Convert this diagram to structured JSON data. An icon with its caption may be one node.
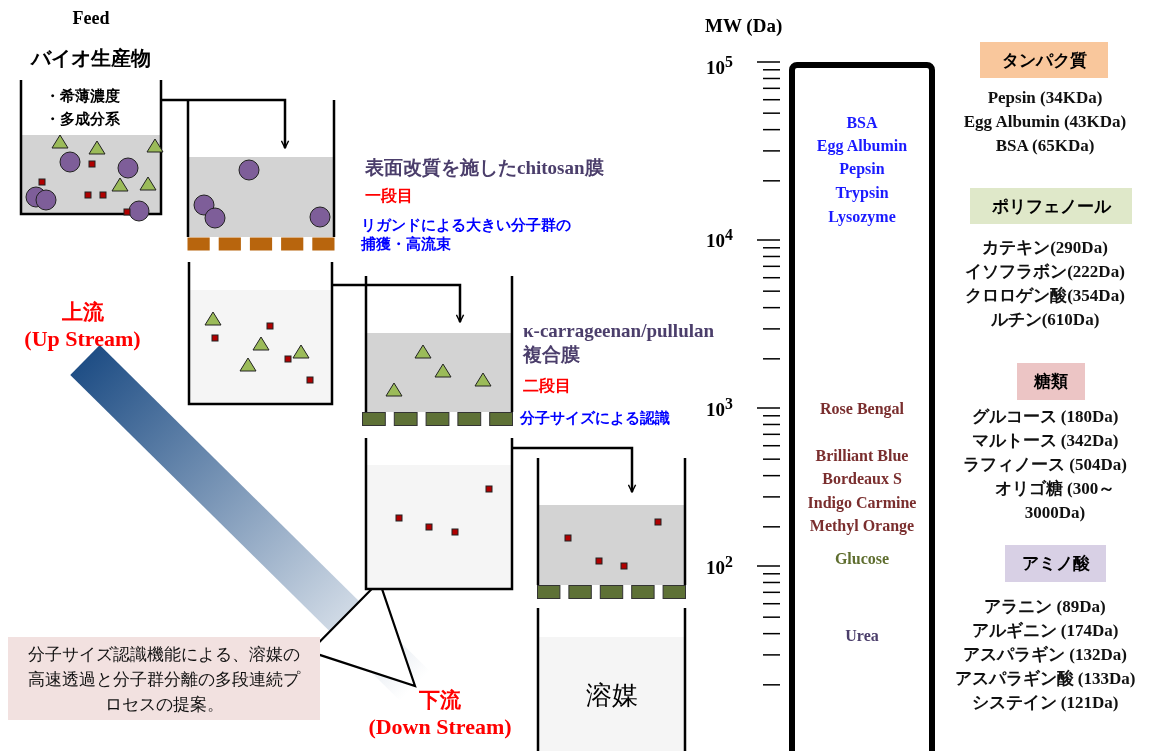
{
  "diagram": {
    "nodes": [
      {
        "text": [
          "Feed",
          "バイオ生産物",
          "・希薄濃度",
          "・多成分系"
        ]
      },
      {
        "text": [],
        "shape": "box",
        "beside": [
          "表面改質を施したchitosan膜",
          "一段目",
          "リガンドによる大きい分子群の捕獲・高流束"
        ]
      },
      {
        "text": [],
        "shape": "box"
      },
      {
        "text": [],
        "shape": "box",
        "beside": [
          "κ-carrageenan/pullulan 複合膜",
          "二段目",
          "分子サイズによる認識"
        ]
      },
      {
        "text": [],
        "shape": "box"
      },
      {
        "text": [],
        "shape": "box"
      },
      {
        "text": [
          "溶媒"
        ]
      },
      {
        "text": [
          "上流",
          "(Up Stream)"
        ]
      },
      {
        "text": [
          "下流",
          "(Down Stream)"
        ]
      },
      {
        "text": [
          "分子サイズ認識機能による、溶媒の高速透過と分子群分離の多段連続プロセスの提案。"
        ]
      },
      {
        "text": [
          "BSA",
          "Egg Albumin",
          "Pepsin",
          "Trypsin",
          "Lysozyme",
          "Rose Bengal",
          "Brilliant Blue",
          "Bordeaux S",
          "Indigo Carmine",
          "Methyl Orange",
          "Glucose",
          "Urea"
        ]
      },
      {
        "text": [
          "タンパク質"
        ],
        "beside": [
          "Pepsin (34KDa)",
          "Egg Albumin (43KDa)",
          "BSA (65KDa)"
        ]
      },
      {
        "text": [
          "ポリフェノール"
        ],
        "beside": [
          "カテキン(290Da)",
          "イソフラボン(222Da)",
          "クロロゲン酸(354Da)",
          "ルチン(610Da)"
        ]
      },
      {
        "text": [
          "糖類"
        ],
        "beside": [
          "グルコース (180Da)",
          "マルトース (342Da)",
          "ラフィノース (504Da)",
          "オリゴ糖 (300～3000Da)"
        ]
      },
      {
        "text": [
          "アミノ酸"
        ],
        "beside": [
          "アラニン (89Da)",
          "アルギニン (174Da)",
          "アスパラギン (132Da)",
          "アスパラギン酸 (133Da)",
          "システイン (121Da)"
        ]
      }
    ],
    "edges": [
      {
        "from": 0,
        "to": 1,
        "arrow": "to"
      },
      {
        "from": 2,
        "to": 3,
        "arrow": "to"
      },
      {
        "from": 4,
        "to": 5,
        "arrow": "to"
      },
      {
        "from": 7,
        "to": 8,
        "arrow": "to",
        "style": "thick"
      }
    ],
    "labels": [
      "MW (Da)",
      "10$^{5}$",
      "10$^{4}$",
      "10$^{3}$",
      "10$^{2}$"
    ]
  }
}
